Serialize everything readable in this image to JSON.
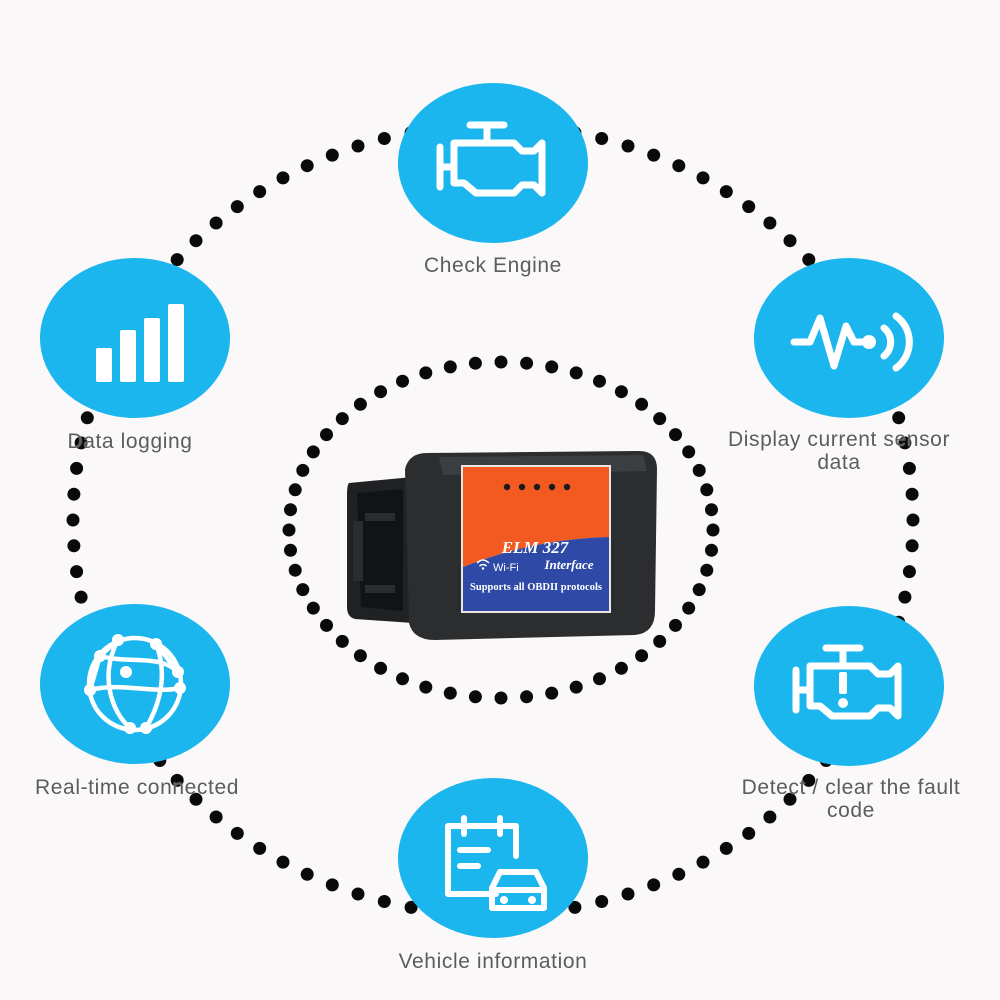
{
  "palette": {
    "bubble": "#1cb6ef",
    "dots": "#0a0a0a",
    "device_body": "#2a2c2e",
    "label_orange": "#f25a22",
    "label_blue": "#2e4aa6",
    "label_text": "#5c5c5c"
  },
  "features": [
    {
      "id": "check-engine",
      "icon": "engine-icon",
      "label": "Check Engine"
    },
    {
      "id": "sensor-data",
      "icon": "sensor-wave-icon",
      "label": "Display current sensor data"
    },
    {
      "id": "fault-code",
      "icon": "engine-warning-icon",
      "label": "Detect / clear the fault code"
    },
    {
      "id": "vehicle-info",
      "icon": "clipboard-car-icon",
      "label": "Vehicle information"
    },
    {
      "id": "realtime",
      "icon": "globe-network-icon",
      "label": "Real-time connected"
    },
    {
      "id": "data-logging",
      "icon": "bar-chart-icon",
      "label": "Data logging"
    }
  ],
  "device": {
    "brand": "ELM 327",
    "connectivity": "Wi-Fi",
    "subtitle": "Interface",
    "protocols": "Supports all OBDII protocols",
    "led_count": 5
  }
}
